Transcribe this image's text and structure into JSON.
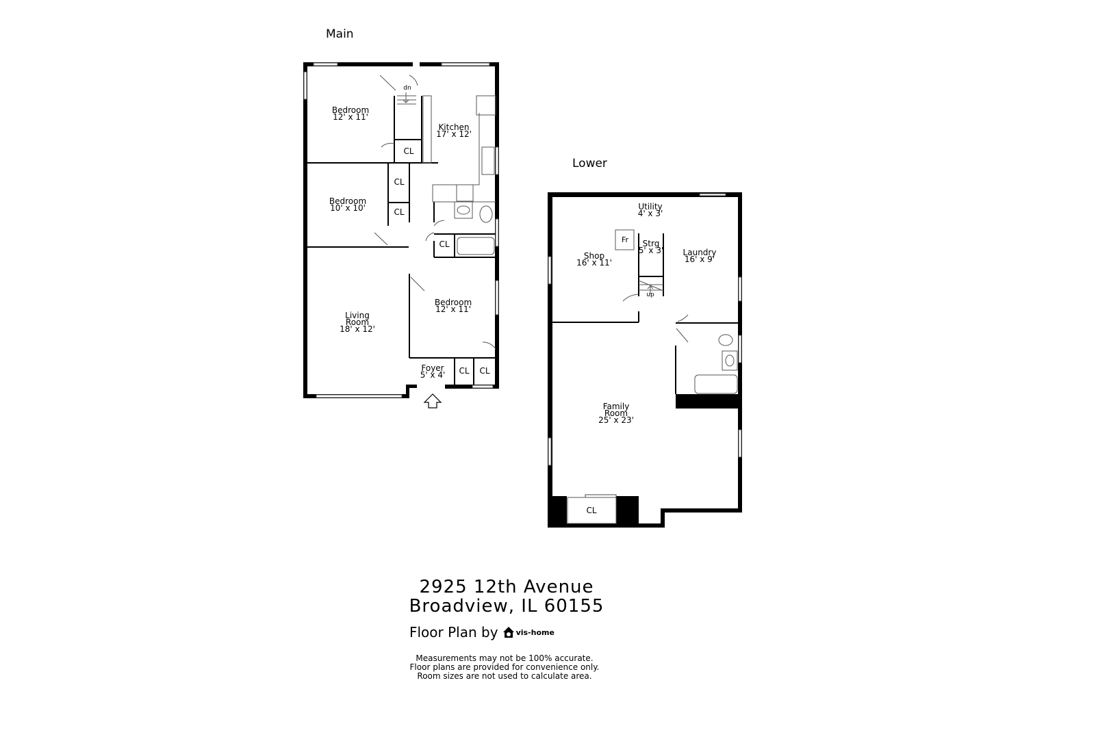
{
  "main": {
    "title": "Main",
    "rooms": [
      {
        "name": "Bedroom",
        "size": "12' x 11'"
      },
      {
        "name": "Kitchen",
        "size": "17' x 12'"
      },
      {
        "name": "Bedroom",
        "size": "10' x 10'"
      },
      {
        "name": "Living",
        "name2": "Room",
        "size": "18' x 12'"
      },
      {
        "name": "Bedroom",
        "size": "12' x 11'"
      },
      {
        "name": "Foyer",
        "size": "5' x 4'"
      }
    ],
    "closet_label": "CL",
    "stairs_label": "dn"
  },
  "lower": {
    "title": "Lower",
    "rooms": [
      {
        "name": "Utility",
        "size": "4' x 3'"
      },
      {
        "name": "Shop",
        "size": "16' x 11'"
      },
      {
        "name": "Strg",
        "size": "5' x 3'"
      },
      {
        "name": "Laundry",
        "size": "16' x 9'"
      },
      {
        "name": "Family",
        "name2": "Room",
        "size": "25' x 23'"
      }
    ],
    "furnace_label": "Fr",
    "closet_label": "CL",
    "stairs_label": "up"
  },
  "footer": {
    "address_line1": "2925 12th Avenue",
    "address_line2": "Broadview, IL 60155",
    "floorplan_by": "Floor Plan by",
    "brand": "vis-home",
    "disclaimer": [
      "Measurements may not be 100% accurate.",
      "Floor plans are provided for convenience only.",
      "Room sizes are not used to calculate area."
    ]
  }
}
